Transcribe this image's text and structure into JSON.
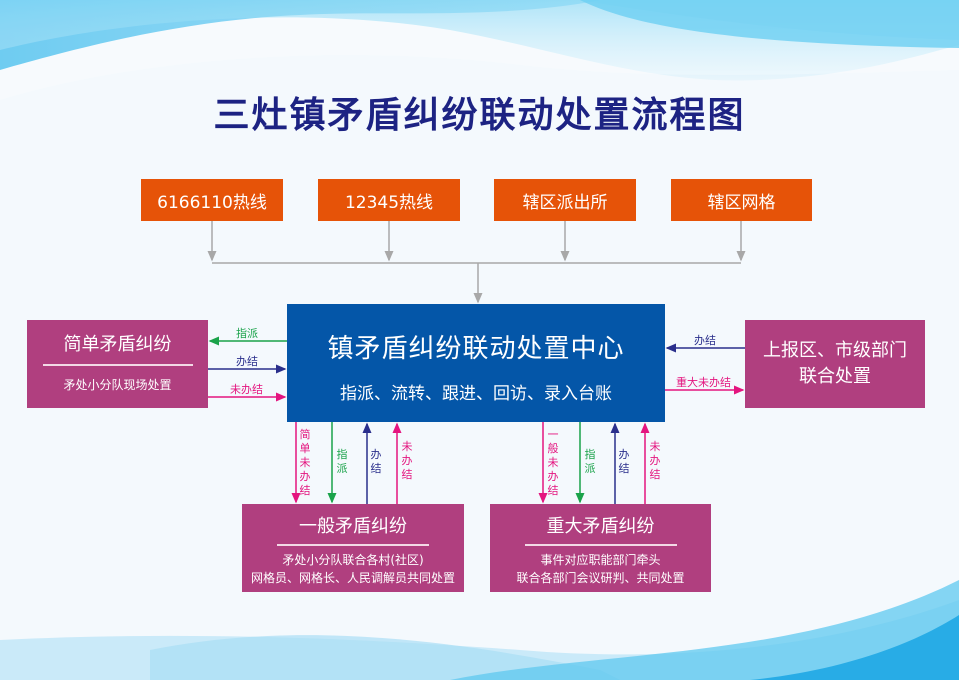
{
  "title": "三灶镇矛盾纠纷联动处置流程图",
  "colors": {
    "title": "#1d2383",
    "source_box": "#e65308",
    "center_box": "#0456a8",
    "category_box": "#b03f7f",
    "arrow_assign": "#1aa34a",
    "arrow_done": "#2a2f8c",
    "arrow_undone": "#e4157f",
    "connector": "#a8a8a8"
  },
  "sources": [
    {
      "label": "6166110热线"
    },
    {
      "label": "12345热线"
    },
    {
      "label": "辖区派出所"
    },
    {
      "label": "辖区网格"
    }
  ],
  "center": {
    "title": "镇矛盾纠纷联动处置中心",
    "subtitle": "指派、流转、跟进、回访、录入台账"
  },
  "simple": {
    "title": "简单矛盾纠纷",
    "desc": "矛处小分队现场处置",
    "arrows": {
      "assign": "指派",
      "done": "办结",
      "undone": "未办结"
    }
  },
  "escalate": {
    "title_line1": "上报区、市级部门",
    "title_line2": "联合处置",
    "arrows": {
      "done": "办结",
      "major_undone": "重大未办结"
    }
  },
  "general": {
    "title": "一般矛盾纠纷",
    "desc_line1": "矛处小分队联合各村(社区)",
    "desc_line2": "网格员、网格长、人民调解员共同处置",
    "arrows": {
      "simple_undone": "简单未办结",
      "assign": "指派",
      "done": "办结",
      "undone": "未办结"
    }
  },
  "major": {
    "title": "重大矛盾纠纷",
    "desc_line1": "事件对应职能部门牵头",
    "desc_line2": "联合各部门会议研判、共同处置",
    "arrows": {
      "general_undone": "一般未办结",
      "assign": "指派",
      "done": "办结",
      "undone": "未办结"
    }
  }
}
